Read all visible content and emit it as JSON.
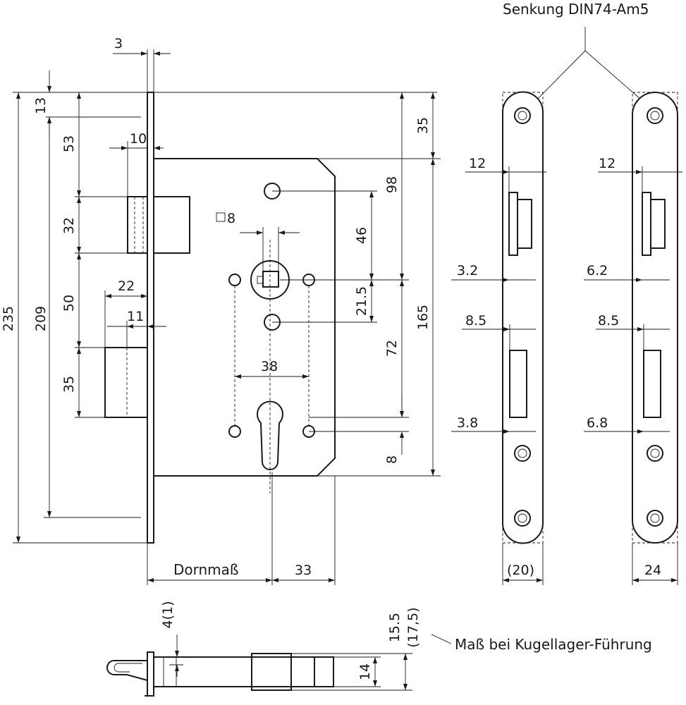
{
  "labels": {
    "countersink": "Senkung DIN74-Am5",
    "backset": "Dornmaß",
    "spindle_square": "8",
    "ball_bearing_note": "Maß bei Kugellager-Führung"
  },
  "dims": {
    "front_thickness": "3",
    "d13": "13",
    "d53": "53",
    "d10": "10",
    "d32": "32",
    "d50": "50",
    "d22": "22",
    "d11": "11",
    "d35_left": "35",
    "d235": "235",
    "d209": "209",
    "d35_right": "35",
    "d98": "98",
    "d46": "46",
    "d21_5": "21.5",
    "d165": "165",
    "d72": "72",
    "d38": "38",
    "d8": "8",
    "d33": "33",
    "plate1_12": "12",
    "plate1_3_2": "3.2",
    "plate1_8_5": "8.5",
    "plate1_3_8": "3.8",
    "plate1_width": "(20)",
    "plate2_12": "12",
    "plate2_6_2": "6.2",
    "plate2_8_5": "8.5",
    "plate2_6_8": "6.8",
    "plate2_width": "24",
    "bottom_4_1": "4(1)",
    "bottom_15_5": "15.5",
    "bottom_17_5": "(17,5)",
    "bottom_14": "14"
  }
}
